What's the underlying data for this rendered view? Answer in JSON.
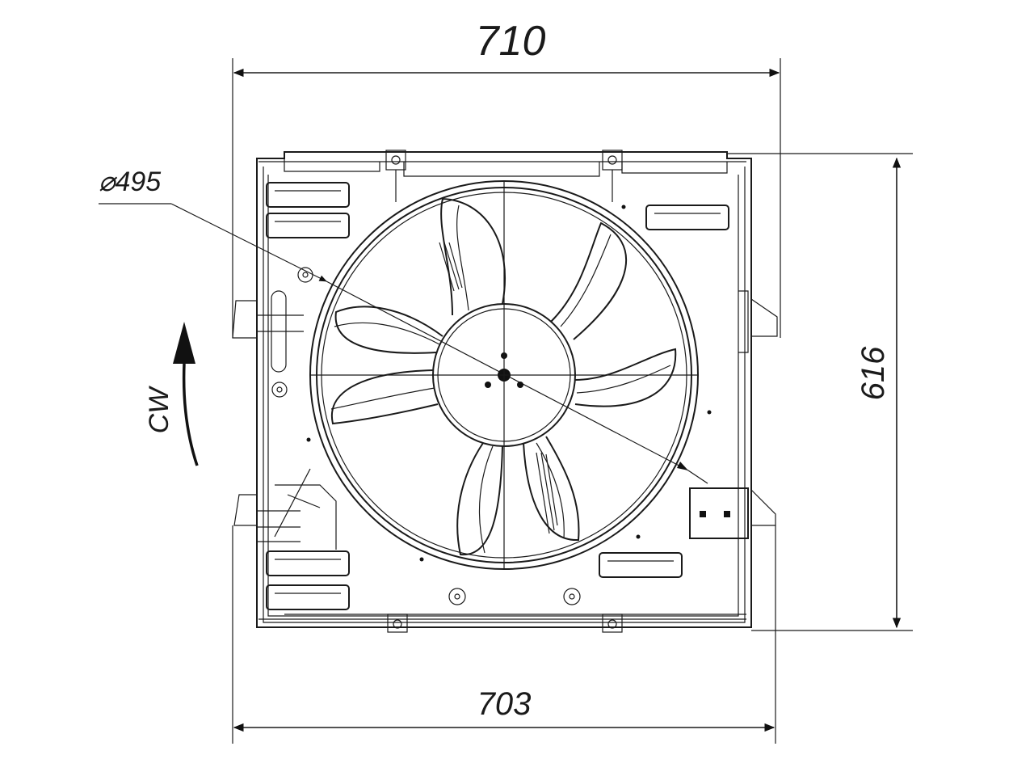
{
  "dimensions": {
    "top_width": "710",
    "bottom_width": "703",
    "height": "616",
    "fan_diameter": "⌀495"
  },
  "rotation": {
    "label": "CW"
  },
  "colors": {
    "ink": "#1a1a1a",
    "background": "#ffffff"
  }
}
